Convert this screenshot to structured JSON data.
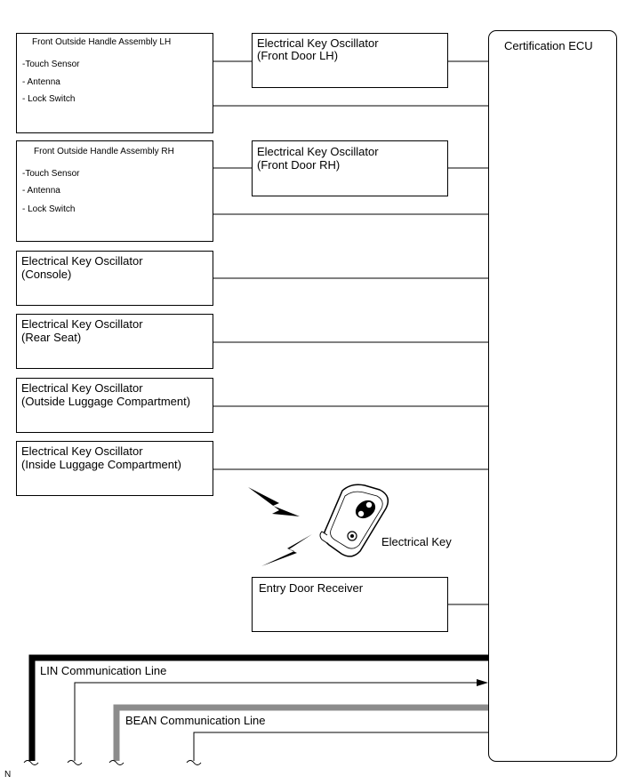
{
  "ecu": {
    "label": "Certification ECU"
  },
  "handle_lh": {
    "title": "Front Outside Handle Assembly LH",
    "items": [
      "-Touch Sensor",
      "- Antenna",
      "- Lock Switch"
    ]
  },
  "handle_rh": {
    "title": "Front Outside Handle Assembly RH",
    "items": [
      "-Touch Sensor",
      "- Antenna",
      "- Lock Switch"
    ]
  },
  "osc_front_lh": {
    "line1": "Electrical Key Oscillator",
    "line2": "(Front Door LH)"
  },
  "osc_front_rh": {
    "line1": "Electrical Key Oscillator",
    "line2": "(Front Door RH)"
  },
  "osc_console": {
    "line1": "Electrical Key Oscillator",
    "line2": "(Console)"
  },
  "osc_rear_seat": {
    "line1": "Electrical Key Oscillator",
    "line2": "(Rear Seat)"
  },
  "osc_outside_luggage": {
    "line1": "Electrical Key Oscillator",
    "line2": "(Outside Luggage Compartment)"
  },
  "osc_inside_luggage": {
    "line1": "Electrical Key Oscillator",
    "line2": "(Inside Luggage Compartment)"
  },
  "key": {
    "label": "Electrical Key"
  },
  "receiver": {
    "label": "Entry Door Receiver"
  },
  "lin": {
    "label": "LIN Communication Line"
  },
  "bean": {
    "label": "BEAN Communication Line"
  },
  "corner_mark": "N"
}
